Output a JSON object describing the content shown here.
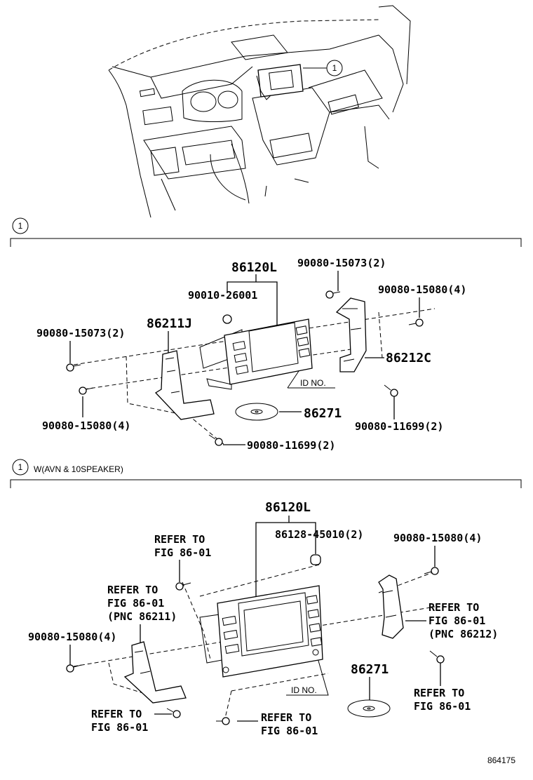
{
  "callout_marker": "1",
  "section1": {
    "marker": "1",
    "parts": {
      "p86120L": "86120L",
      "p90080_15073_top": "90080-15073(2)",
      "p90010_26001": "90010-26001",
      "p90080_15080_right": "90080-15080(4)",
      "p86211J": "86211J",
      "p90080_15073_left": "90080-15073(2)",
      "p86212C": "86212C",
      "id_no": "ID NO.",
      "p86271": "86271",
      "p90080_11699_right": "90080-11699(2)",
      "p90080_15080_left": "90080-15080(4)",
      "p90080_11699_bottom": "90080-11699(2)"
    }
  },
  "section2": {
    "marker": "1",
    "condition": "W(AVN & 10SPEAKER)",
    "parts": {
      "p86120L": "86120L",
      "refer_tl_1": "REFER TO",
      "refer_tl_2": "FIG 86-01",
      "p86128_45010": "86128-45010(2)",
      "p90080_15080_right": "90080-15080(4)",
      "refer_l_1": "REFER TO",
      "refer_l_2": "FIG 86-01",
      "refer_l_3": "(PNC 86211)",
      "refer_r_1": "REFER TO",
      "refer_r_2": "FIG 86-01",
      "refer_r_3": "(PNC 86212)",
      "p90080_15080_left": "90080-15080(4)",
      "p86271": "86271",
      "id_no": "ID NO.",
      "refer_br_1": "REFER TO",
      "refer_br_2": "FIG 86-01",
      "refer_bl_1": "REFER TO",
      "refer_bl_2": "FIG 86-01",
      "refer_bc_1": "REFER TO",
      "refer_bc_2": "FIG 86-01"
    }
  },
  "figure_id": "864175"
}
